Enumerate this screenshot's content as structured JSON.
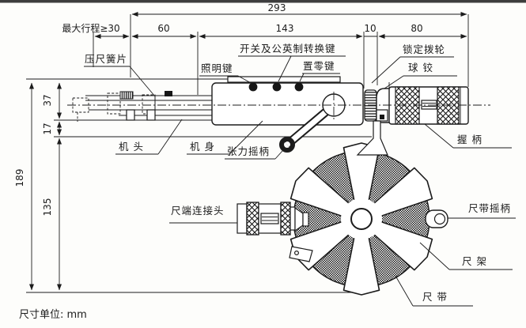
{
  "note": {
    "unit": "尺寸单位: mm"
  },
  "dims": {
    "total": "293",
    "max_travel": "最大行程≥30",
    "seg60": "60",
    "seg143": "143",
    "seg10": "10",
    "seg80": "80",
    "h37": "37",
    "h17": "17",
    "h135": "135",
    "h189": "189"
  },
  "labels": {
    "press_spring": "压尺簧片",
    "light_key": "照明键",
    "switch_unit_key": "开关及公英制转换键",
    "zero_key": "置零键",
    "lock_wheel": "锁定拨轮",
    "ball_joint": "球 铰",
    "head": "机 头",
    "body": "机 身",
    "tension_crank": "张力摇柄",
    "grip": "握 柄",
    "tape_end_connector": "尺端连接头",
    "tape_crank": "尺带摇柄",
    "tape_frame": "尺 架",
    "tape_belt": "尺 带"
  },
  "colors": {
    "ink": "#1c1c1c",
    "paper": "#fdfdfb",
    "scan_border": "#3d3d3d"
  }
}
